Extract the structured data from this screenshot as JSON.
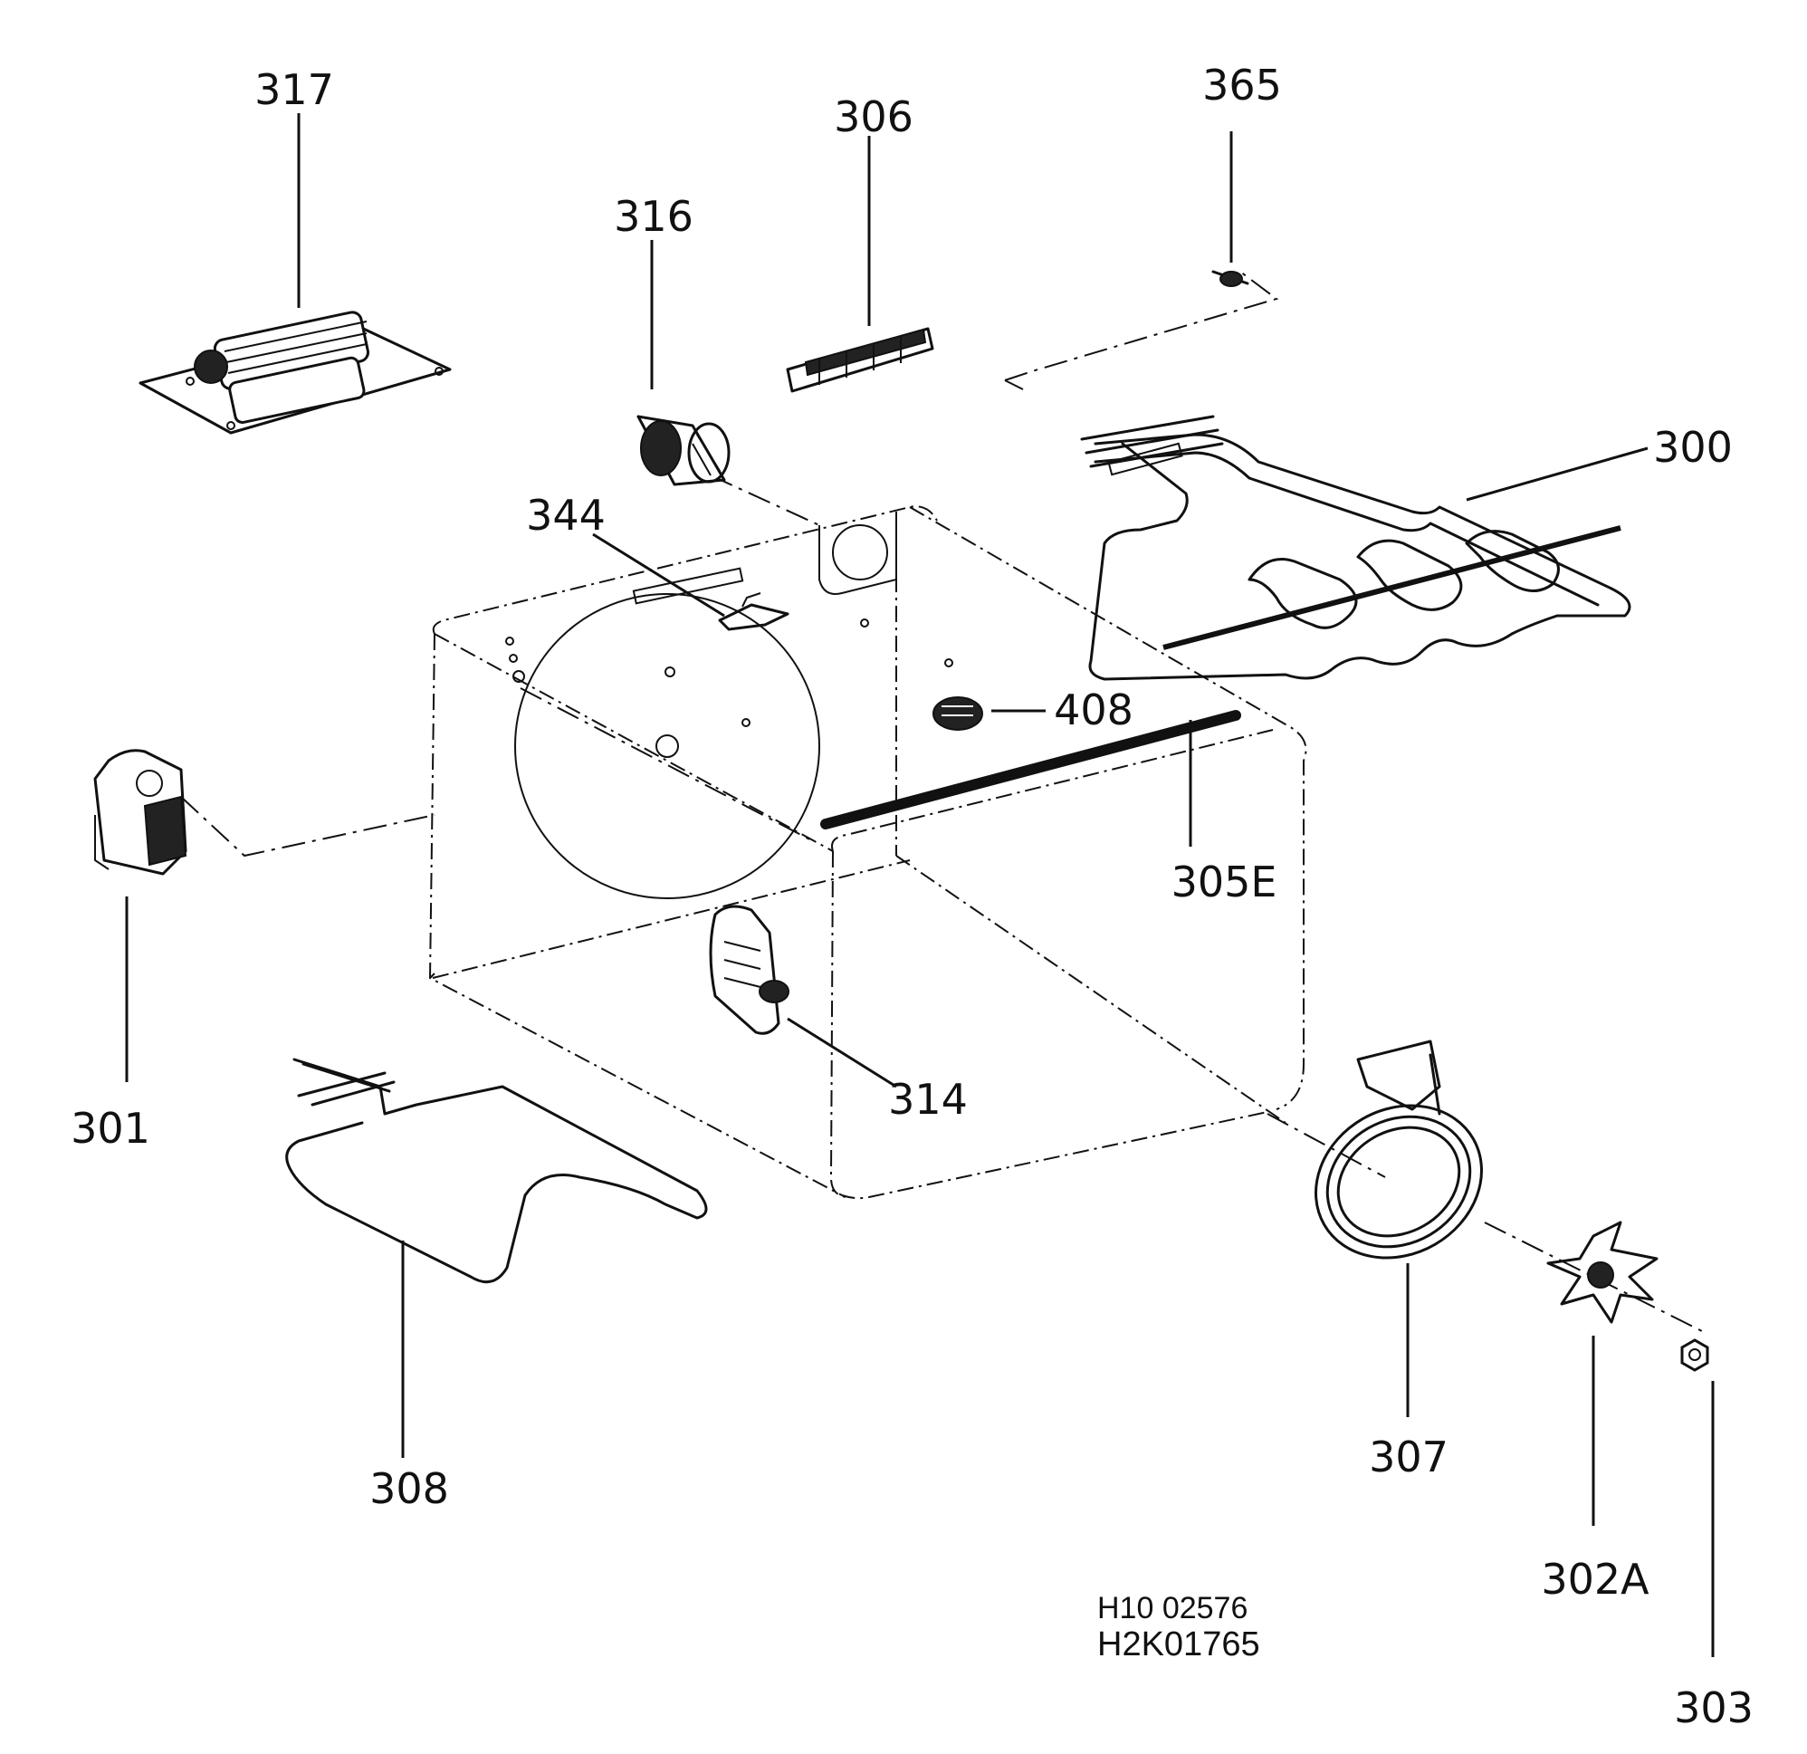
{
  "diagram": {
    "callouts": {
      "p300": "300",
      "p301": "301",
      "p302a": "302A",
      "p303": "303",
      "p305e": "305E",
      "p306": "306",
      "p307": "307",
      "p308": "308",
      "p314": "314",
      "p316": "316",
      "p317": "317",
      "p344": "344",
      "p365": "365",
      "p408": "408"
    },
    "doc_ids": [
      "H10 02576",
      "H2K01765"
    ]
  }
}
